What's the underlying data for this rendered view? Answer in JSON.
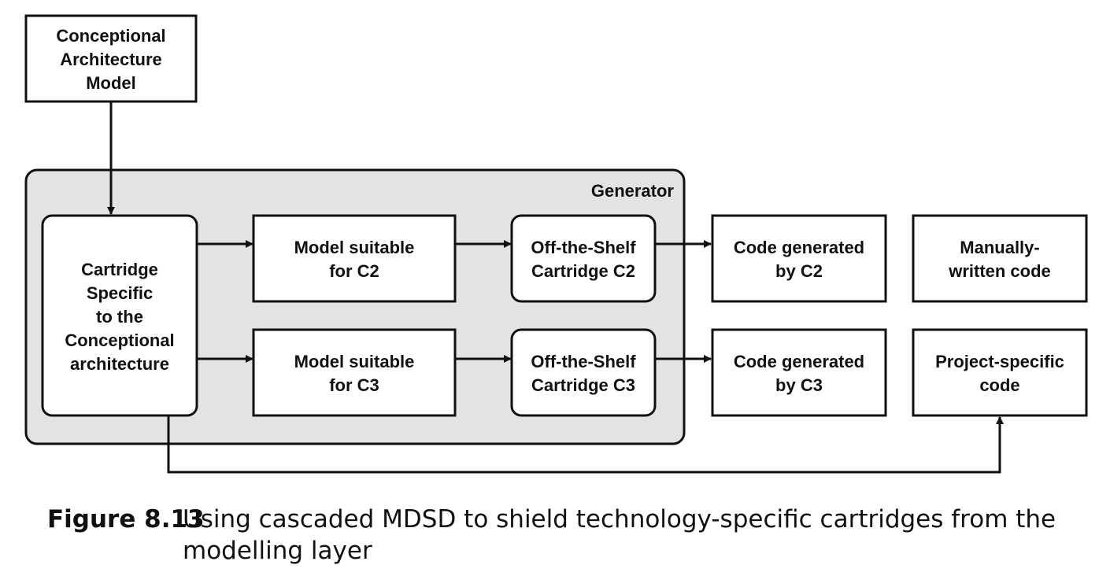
{
  "diagram": {
    "nodes": {
      "conceptional_model": {
        "lines": [
          "Conceptional",
          "Architecture",
          "Model"
        ]
      },
      "cartridge_specific": {
        "lines": [
          "Cartridge",
          "Specific",
          "to the",
          "Conceptional",
          "architecture"
        ]
      },
      "model_c2": {
        "lines": [
          "Model suitable",
          "for C2"
        ]
      },
      "model_c3": {
        "lines": [
          "Model suitable",
          "for C3"
        ]
      },
      "shelf_c2": {
        "lines": [
          "Off-the-Shelf",
          "Cartridge C2"
        ]
      },
      "shelf_c3": {
        "lines": [
          "Off-the-Shelf",
          "Cartridge C3"
        ]
      },
      "code_c2": {
        "lines": [
          "Code generated",
          "by C2"
        ]
      },
      "code_c3": {
        "lines": [
          "Code generated",
          "by C3"
        ]
      },
      "manual_code": {
        "lines": [
          "Manually-",
          "written code"
        ]
      },
      "project_code": {
        "lines": [
          "Project-specific",
          "code"
        ]
      }
    },
    "generator_label": "Generator",
    "edges": [
      {
        "from": "conceptional_model",
        "to": "cartridge_specific"
      },
      {
        "from": "cartridge_specific",
        "to": "model_c2"
      },
      {
        "from": "cartridge_specific",
        "to": "model_c3"
      },
      {
        "from": "model_c2",
        "to": "shelf_c2"
      },
      {
        "from": "model_c3",
        "to": "shelf_c3"
      },
      {
        "from": "shelf_c2",
        "to": "code_c2"
      },
      {
        "from": "shelf_c3",
        "to": "code_c3"
      },
      {
        "from": "cartridge_specific",
        "to": "project_code"
      }
    ],
    "colors": {
      "generator_fill": "#e3e3e3",
      "stroke": "#111111",
      "box_fill": "#ffffff"
    }
  },
  "caption": {
    "label": "Figure 8.13",
    "text": "Using cascaded MDSD to shield technology-specific cartridges from the modelling layer"
  }
}
